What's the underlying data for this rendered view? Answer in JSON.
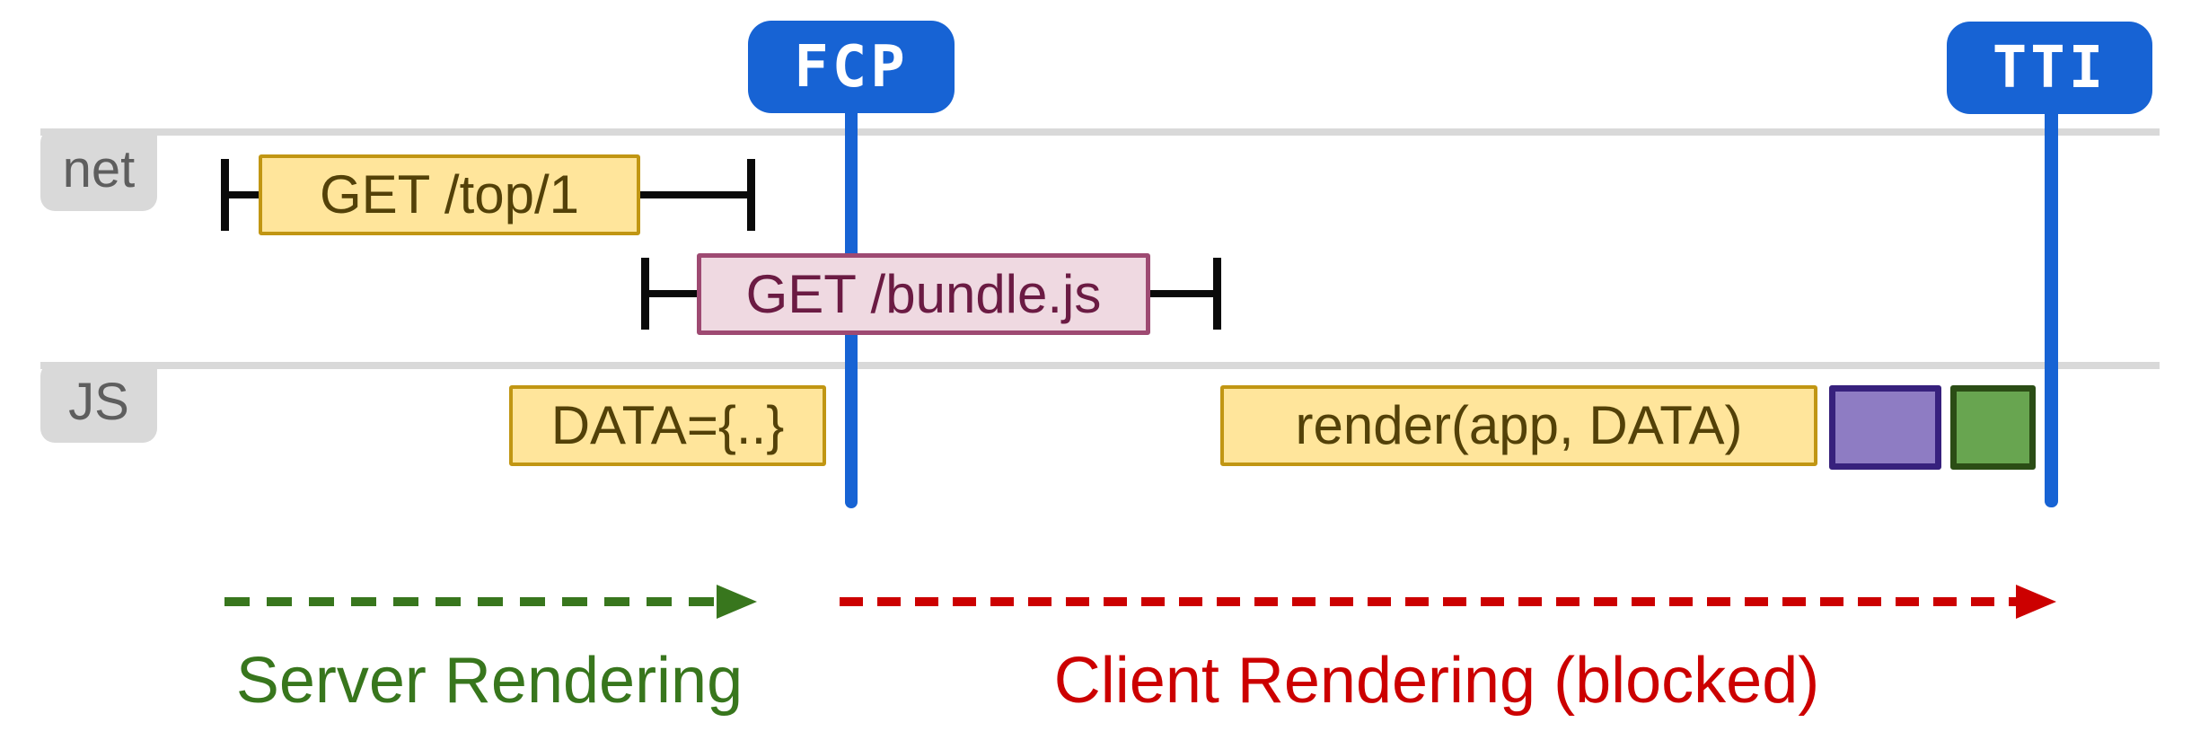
{
  "badges": {
    "fcp": "FCP",
    "tti": "TTI"
  },
  "lanes": {
    "net": "net",
    "js": "JS"
  },
  "network": {
    "top_request": "GET /top/1",
    "bundle_request": "GET /bundle.js"
  },
  "tasks": {
    "data_task": "DATA={..}",
    "render_task": "render(app, DATA)"
  },
  "phases": {
    "server": "Server Rendering",
    "client": "Client Rendering (blocked)"
  },
  "colors": {
    "metric_blue": "#1763d4",
    "track_gray": "#d9d9d9",
    "lane_text_gray": "#5e5e5e",
    "task_yellow_fill": "#ffe59b",
    "task_yellow_border": "#c19613",
    "task_yellow_text": "#534108",
    "task_pink_fill": "#efd9e1",
    "task_pink_border": "#9e4a72",
    "task_pink_text": "#6b1b43",
    "task_purple_fill": "#8e7cc3",
    "task_purple_border": "#37217d",
    "task_green_fill": "#68a550",
    "task_green_border": "#2b4d15",
    "phase_server_green": "#38761d",
    "phase_client_red": "#cc0000",
    "whisker_black": "#0a0a0a"
  }
}
